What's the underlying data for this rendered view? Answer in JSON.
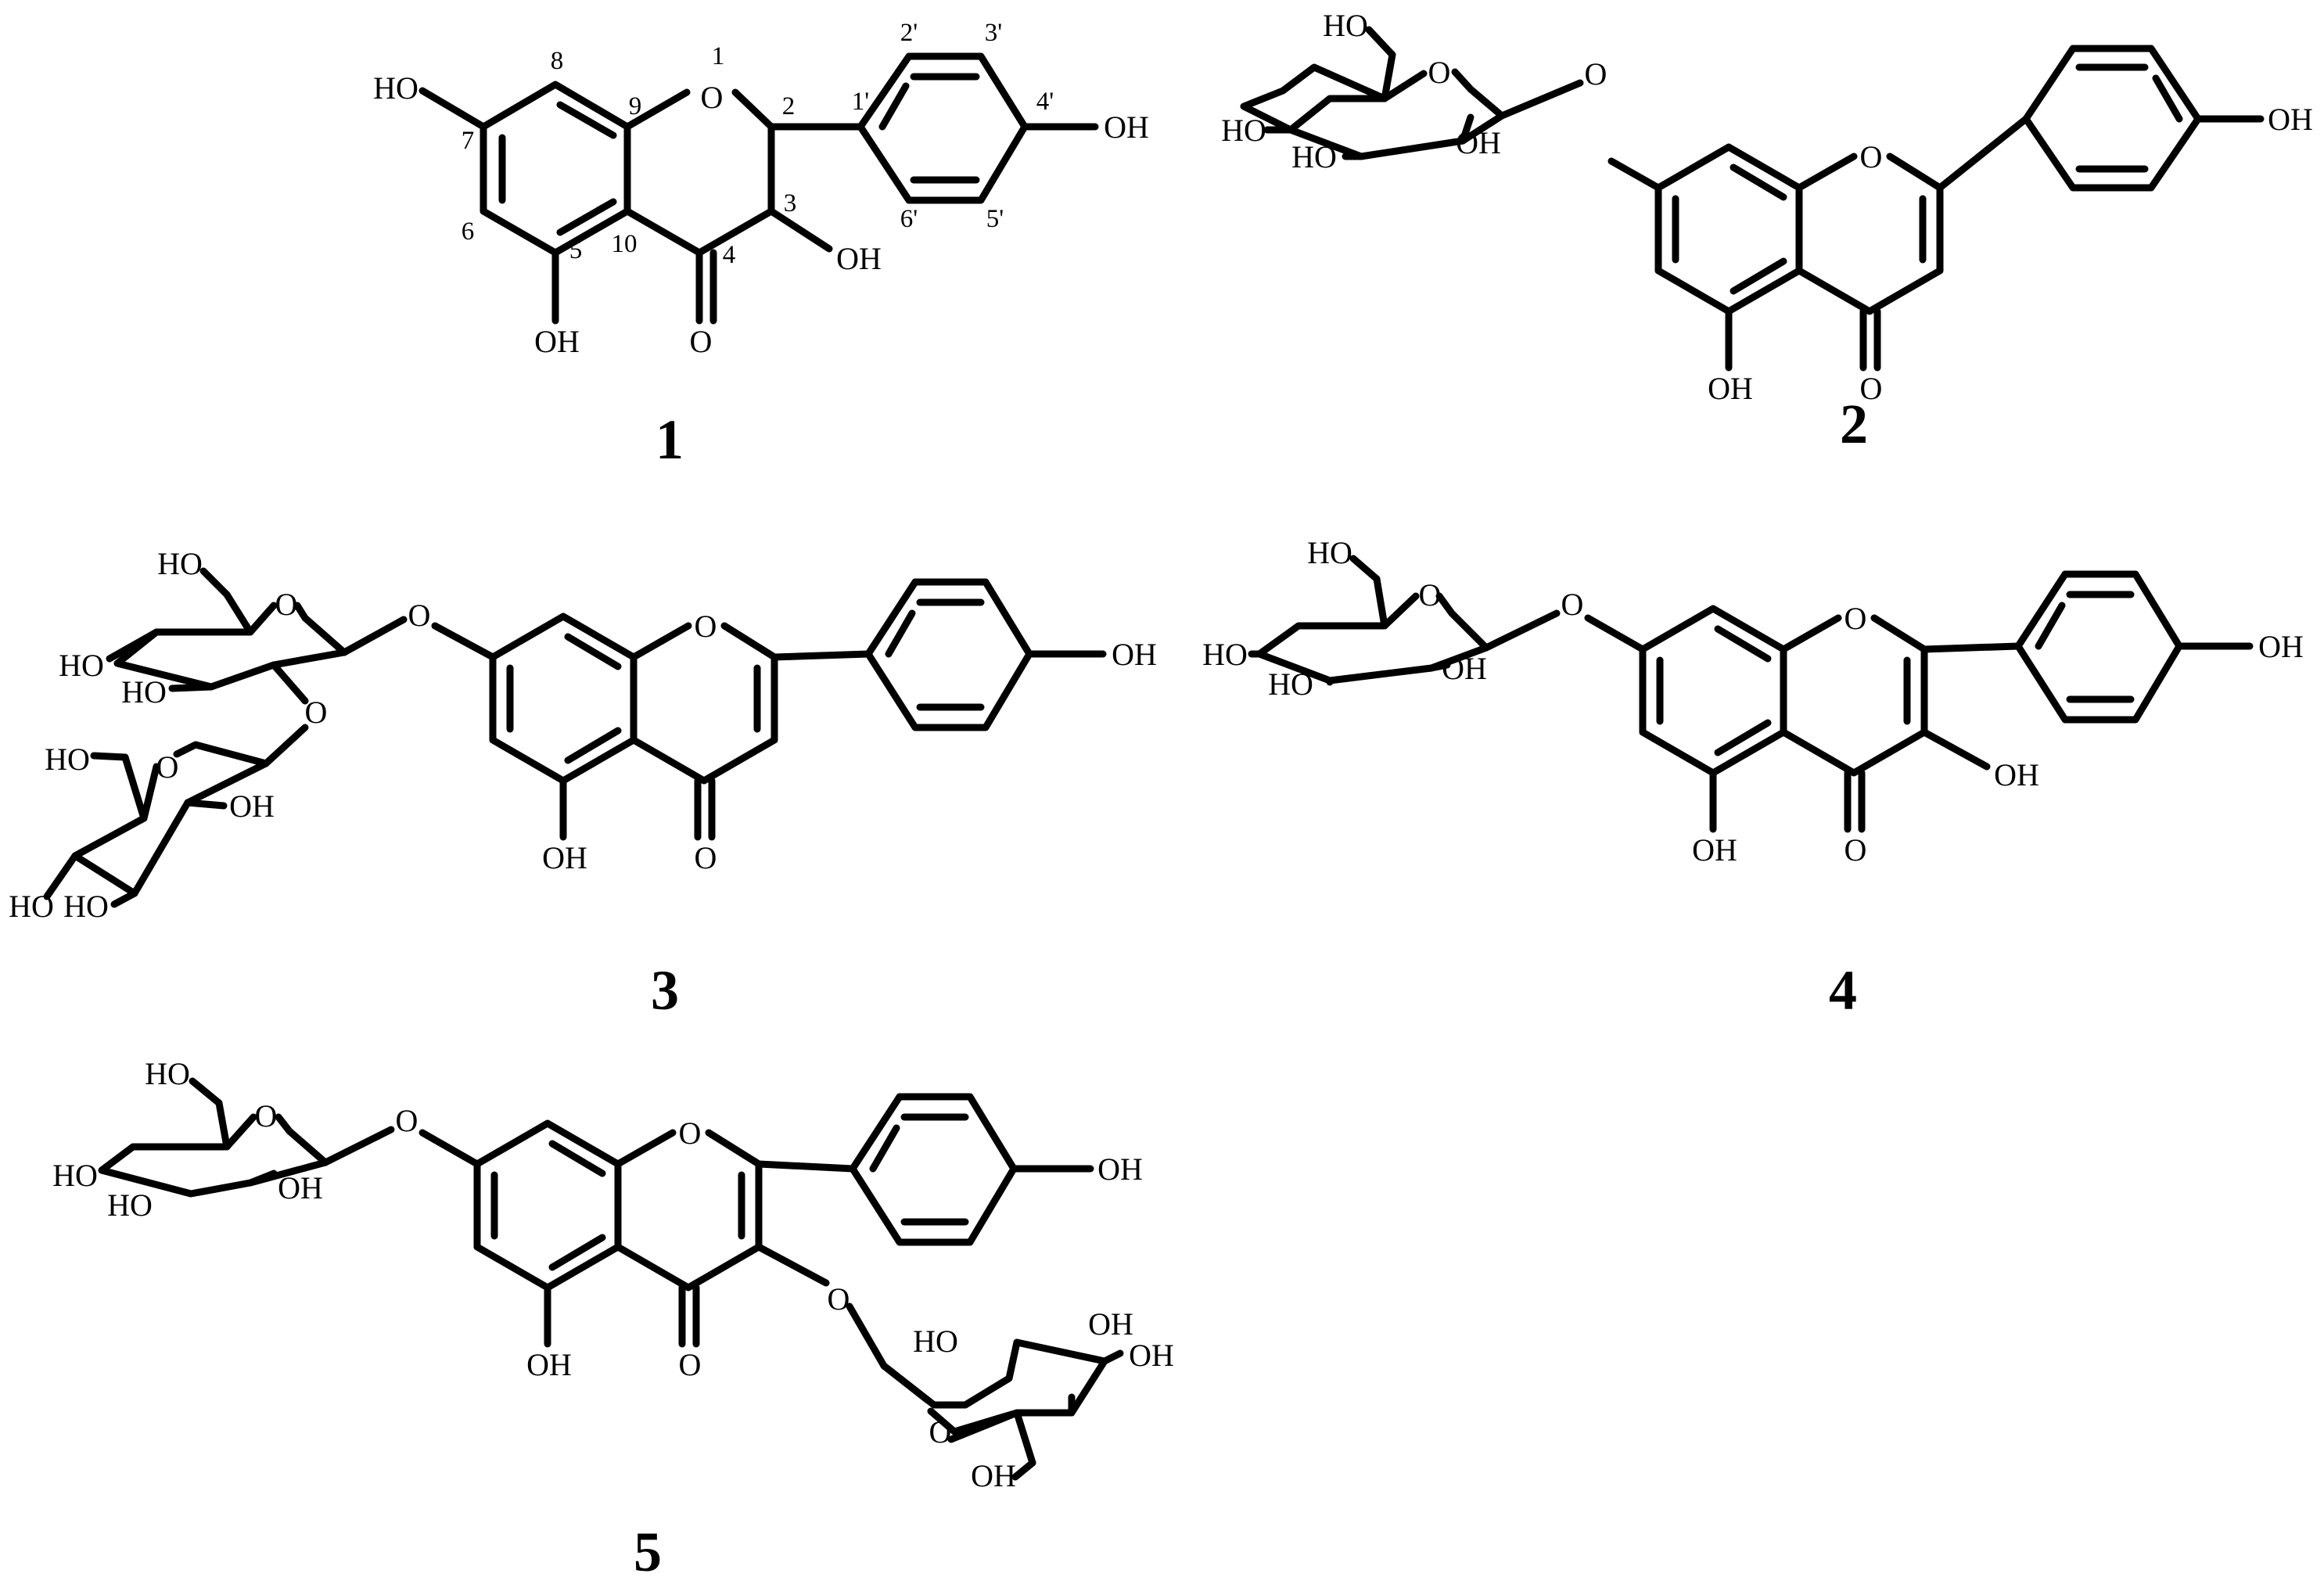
{
  "colors": {
    "ink": "#000000",
    "background": "#ffffff"
  },
  "compounds": [
    {
      "id": "1",
      "label": "1",
      "substituents": {
        "c7": "HO",
        "c5": "OH",
        "c4_oxo": "O",
        "c3": "OH",
        "c4p": "OH",
        "ring_o": "O"
      },
      "atom_numbers": [
        "1",
        "2",
        "3",
        "4",
        "5",
        "6",
        "7",
        "8",
        "9",
        "10",
        "1'",
        "2'",
        "3'",
        "4'",
        "5'",
        "6'"
      ]
    },
    {
      "id": "2",
      "label": "2",
      "substituents": {
        "ring_o": "O",
        "c4_oxo": "O",
        "c5": "OH",
        "c4p": "OH",
        "glyc_o": "O"
      },
      "sugar": {
        "ring_o": "O",
        "ch2oh": "HO",
        "c4": "HO",
        "c3": "HO",
        "c2": "OH"
      }
    },
    {
      "id": "3",
      "label": "3",
      "substituents": {
        "ring_o": "O",
        "c4_oxo": "O",
        "c5": "OH",
        "c4p": "OH",
        "glyc_o": "O"
      },
      "sugar": {
        "ring_o": "O",
        "ch2oh": "HO",
        "c4": "HO",
        "c3": "HO"
      },
      "link_o": "O",
      "sugar2": {
        "ring_o": "O",
        "ch2oh": "HO",
        "c2": "OH",
        "c4": "HO",
        "c3": "HO"
      }
    },
    {
      "id": "4",
      "label": "4",
      "substituents": {
        "ring_o": "O",
        "c4_oxo": "O",
        "c5": "OH",
        "c3": "OH",
        "c4p": "OH",
        "glyc_o": "O"
      },
      "sugar": {
        "ring_o": "O",
        "ch2oh": "HO",
        "c4": "HO",
        "c3": "HO",
        "c2": "OH"
      }
    },
    {
      "id": "5",
      "label": "5",
      "substituents": {
        "ring_o": "O",
        "c4_oxo": "O",
        "c5": "OH",
        "c4p": "OH",
        "glyc_o": "O",
        "c3_o": "O"
      },
      "sugar": {
        "ring_o": "O",
        "ch2oh": "HO",
        "c4": "HO",
        "c3": "HO",
        "c2": "OH"
      },
      "sugar2": {
        "ring_o": "O",
        "ch2oh": "OH",
        "c2": "HO",
        "c3": "OH",
        "c4": "OH"
      }
    }
  ]
}
